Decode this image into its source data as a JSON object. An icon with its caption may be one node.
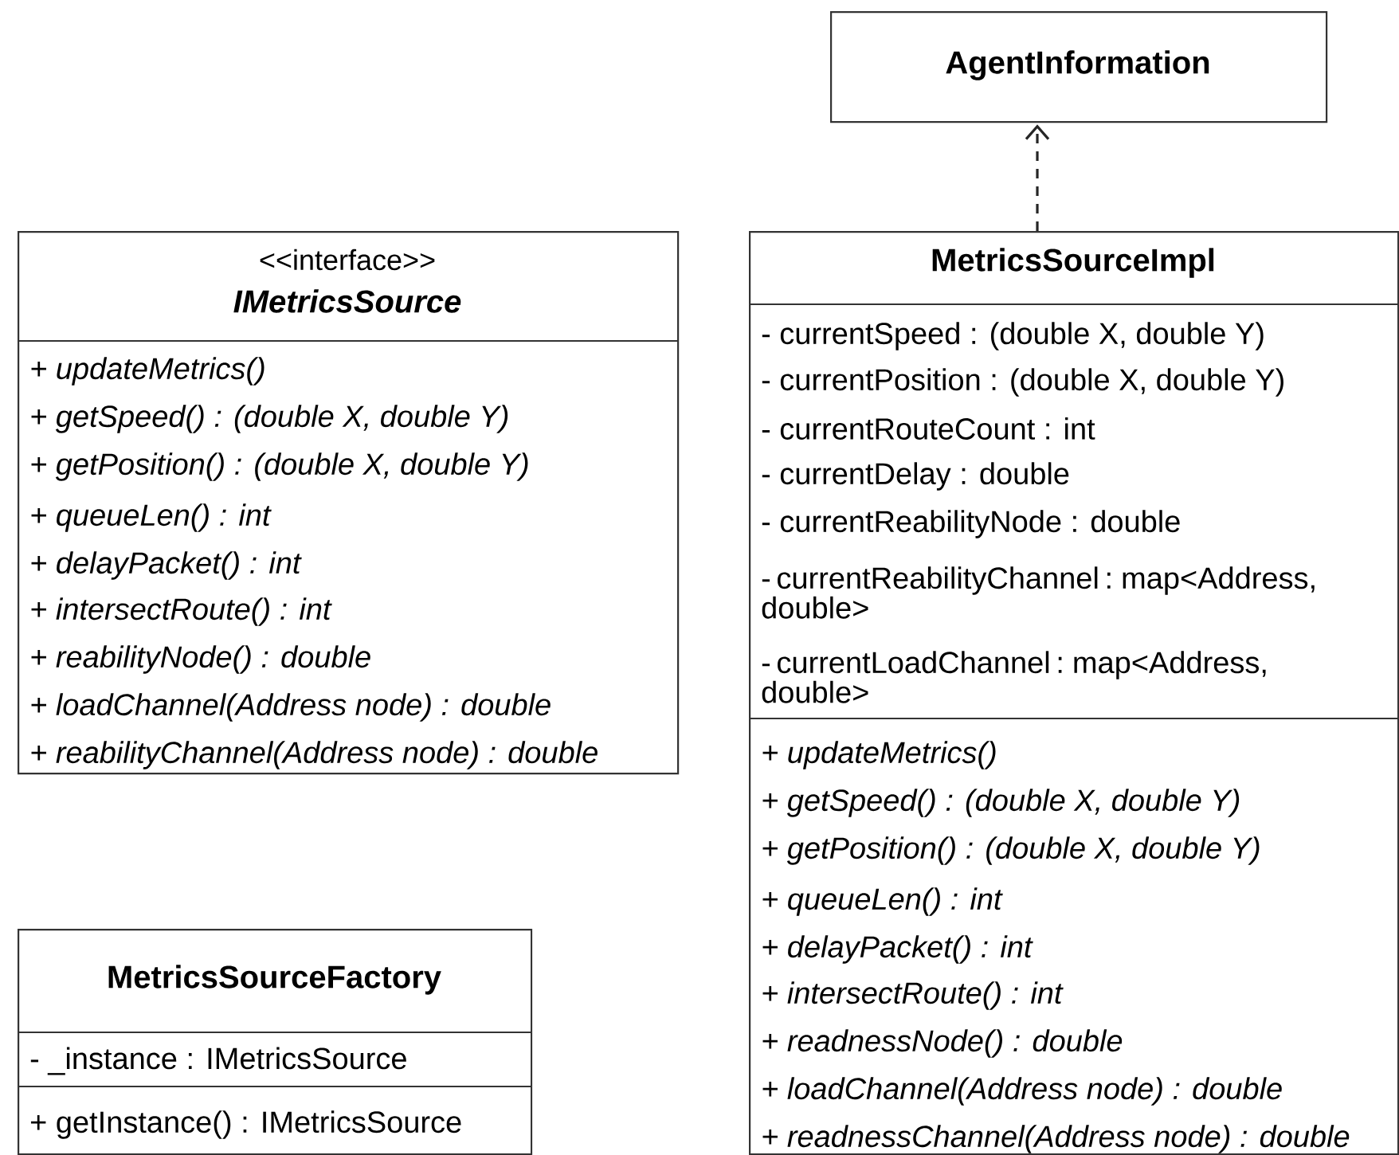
{
  "diagram": {
    "nodes": [
      {
        "text": [
          "AgentInformation"
        ]
      },
      {
        "text": [
          "<<interface>>",
          "IMetricsSource",
          "+ updateMetrics()",
          "+ getSpeed() : (double X, double Y)",
          "+ getPosition() : (double X, double Y)",
          "+ queueLen() : int",
          "+ delayPacket() : int",
          "+ intersectRoute() : int",
          "+ reabilityNode() : double",
          "+ loadChannel(Address node) : double",
          "+ reabilityChannel(Address node) : double"
        ]
      },
      {
        "text": [
          "MetricsSourceImpl",
          "- currentSpeed : (double X, double Y)",
          "- currentPosition : (double X, double Y)",
          "- currentRouteCount : int",
          "- currentDelay : double",
          "- currentReabilityNode : double",
          "- currentReabilityChannel : map<Address, double>",
          "- currentLoadChannel : map<Address, double>",
          "+ updateMetrics()",
          "+ getSpeed() : (double X, double Y)",
          "+ getPosition() : (double X, double Y)",
          "+ queueLen() : int",
          "+ delayPacket() : int",
          "+ intersectRoute() : int",
          "+ readnessNode() : double",
          "+ loadChannel(Address node) : double",
          "+ readnessChannel(Address node) : double"
        ]
      },
      {
        "text": [
          "MetricsSourceFactory",
          "- _instance : IMetricsSource",
          "+ getInstance() : IMetricsSource"
        ]
      }
    ],
    "edges": [
      {
        "from": 2,
        "to": 0,
        "arrow": "to",
        "style": "dashed"
      }
    ]
  }
}
